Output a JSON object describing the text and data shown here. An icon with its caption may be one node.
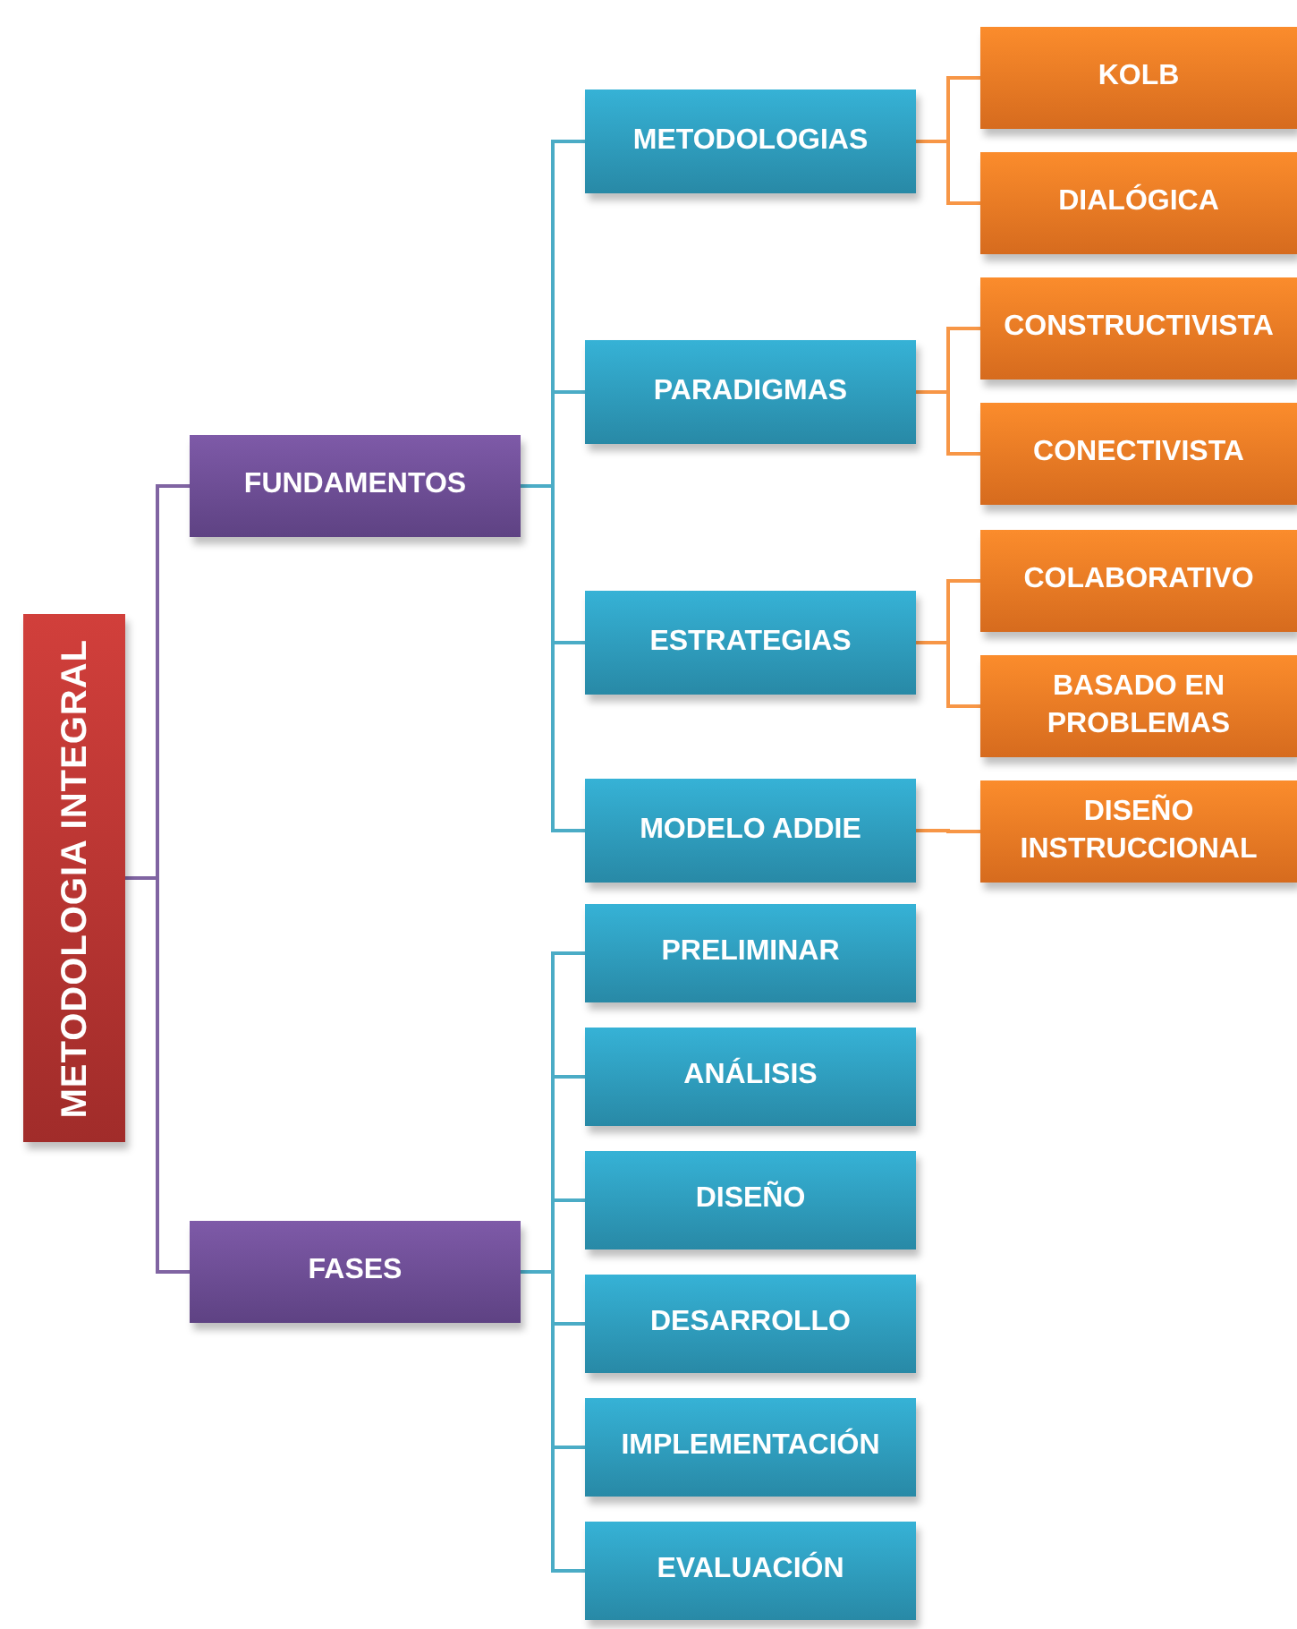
{
  "diagram": {
    "nodes": [
      {
        "text": [
          "METODOLOGIA INTEGRAL"
        ]
      },
      {
        "text": [
          "FUNDAMENTOS"
        ]
      },
      {
        "text": [
          "FASES"
        ]
      },
      {
        "text": [
          "METODOLOGIAS"
        ]
      },
      {
        "text": [
          "KOLB"
        ]
      },
      {
        "text": [
          "DIALÓGICA"
        ]
      },
      {
        "text": [
          "PARADIGMAS"
        ]
      },
      {
        "text": [
          "CONSTRUCTIVISTA"
        ]
      },
      {
        "text": [
          "CONECTIVISTA"
        ]
      },
      {
        "text": [
          "ESTRATEGIAS"
        ]
      },
      {
        "text": [
          "COLABORATIVO"
        ]
      },
      {
        "text": [
          "BASADO EN PROBLEMAS"
        ]
      },
      {
        "text": [
          "MODELO ADDIE"
        ]
      },
      {
        "text": [
          "DISEÑO INSTRUCCIONAL"
        ]
      },
      {
        "text": [
          "PRELIMINAR"
        ]
      },
      {
        "text": [
          "ANÁLISIS"
        ]
      },
      {
        "text": [
          "DISEÑO"
        ]
      },
      {
        "text": [
          "DESARROLLO"
        ]
      },
      {
        "text": [
          "IMPLEMENTACIÓN"
        ]
      },
      {
        "text": [
          "EVALUACIÓN"
        ]
      }
    ],
    "edges": [
      {
        "from": 0,
        "to": 1,
        "arrow": "none",
        "color": "#8064a2"
      },
      {
        "from": 0,
        "to": 2,
        "arrow": "none",
        "color": "#8064a2"
      },
      {
        "from": 1,
        "to": 3,
        "arrow": "none"
      },
      {
        "from": 1,
        "to": 6,
        "arrow": "none"
      },
      {
        "from": 1,
        "to": 9,
        "arrow": "none"
      },
      {
        "from": 1,
        "to": 12,
        "arrow": "none"
      },
      {
        "from": 3,
        "to": 4,
        "arrow": "none",
        "color": "#f79646"
      },
      {
        "from": 3,
        "to": 5,
        "arrow": "none",
        "color": "#f79646"
      },
      {
        "from": 6,
        "to": 7,
        "arrow": "none",
        "color": "#f79646"
      },
      {
        "from": 6,
        "to": 8,
        "arrow": "none",
        "color": "#f79646"
      },
      {
        "from": 9,
        "to": 10,
        "arrow": "none",
        "color": "#f79646"
      },
      {
        "from": 9,
        "to": 11,
        "arrow": "none",
        "color": "#f79646"
      },
      {
        "from": 12,
        "to": 13,
        "arrow": "none",
        "color": "#f79646"
      },
      {
        "from": 2,
        "to": 14,
        "arrow": "none"
      },
      {
        "from": 2,
        "to": 15,
        "arrow": "none"
      },
      {
        "from": 2,
        "to": 16,
        "arrow": "none"
      },
      {
        "from": 2,
        "to": 17,
        "arrow": "none"
      },
      {
        "from": 2,
        "to": 18,
        "arrow": "none"
      },
      {
        "from": 2,
        "to": 19,
        "arrow": "none"
      }
    ]
  }
}
